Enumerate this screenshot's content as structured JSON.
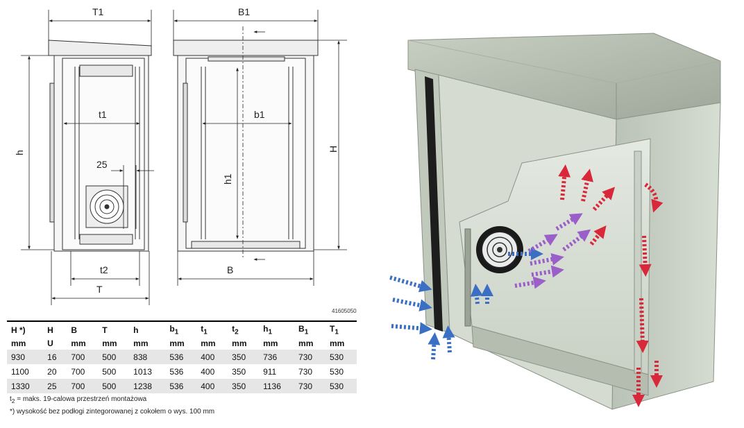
{
  "drawing": {
    "dimensions": {
      "T1": "T1",
      "B1": "B1",
      "t1": "t1",
      "b1": "b1",
      "h": "h",
      "H": "H",
      "h1": "h1",
      "d25": "25",
      "t2": "t2",
      "B": "B",
      "T": "T"
    },
    "code": "41605050"
  },
  "table": {
    "header1": [
      "H *)",
      "H",
      "B",
      "T",
      "h",
      "b",
      "t",
      "t",
      "h",
      "B",
      "T"
    ],
    "header1_sub": [
      "",
      "",
      "",
      "",
      "",
      "1",
      "1",
      "2",
      "1",
      "1",
      "1"
    ],
    "header2": [
      "mm",
      "U",
      "mm",
      "mm",
      "mm",
      "mm",
      "mm",
      "mm",
      "mm",
      "mm",
      "mm"
    ],
    "rows": [
      [
        "930",
        "16",
        "700",
        "500",
        "838",
        "536",
        "400",
        "350",
        "736",
        "730",
        "530"
      ],
      [
        "1100",
        "20",
        "700",
        "500",
        "1013",
        "536",
        "400",
        "350",
        "911",
        "730",
        "530"
      ],
      [
        "1330",
        "25",
        "700",
        "500",
        "1238",
        "536",
        "400",
        "350",
        "1136",
        "730",
        "530"
      ]
    ]
  },
  "notes": {
    "note1_sym": "t",
    "note1_sub": "2",
    "note1_text": " = maks. 19-calowa przestrzeń montażowa",
    "note2": "*) wysokość bez podłogi zintegorowanej z cokołem o wys. 100 mm"
  },
  "colors": {
    "intake_arrow": "#3a6fc4",
    "mid_arrow": "#9a5fc8",
    "hot_arrow": "#d8283a",
    "cabinet_body": "#cfd6cc"
  }
}
